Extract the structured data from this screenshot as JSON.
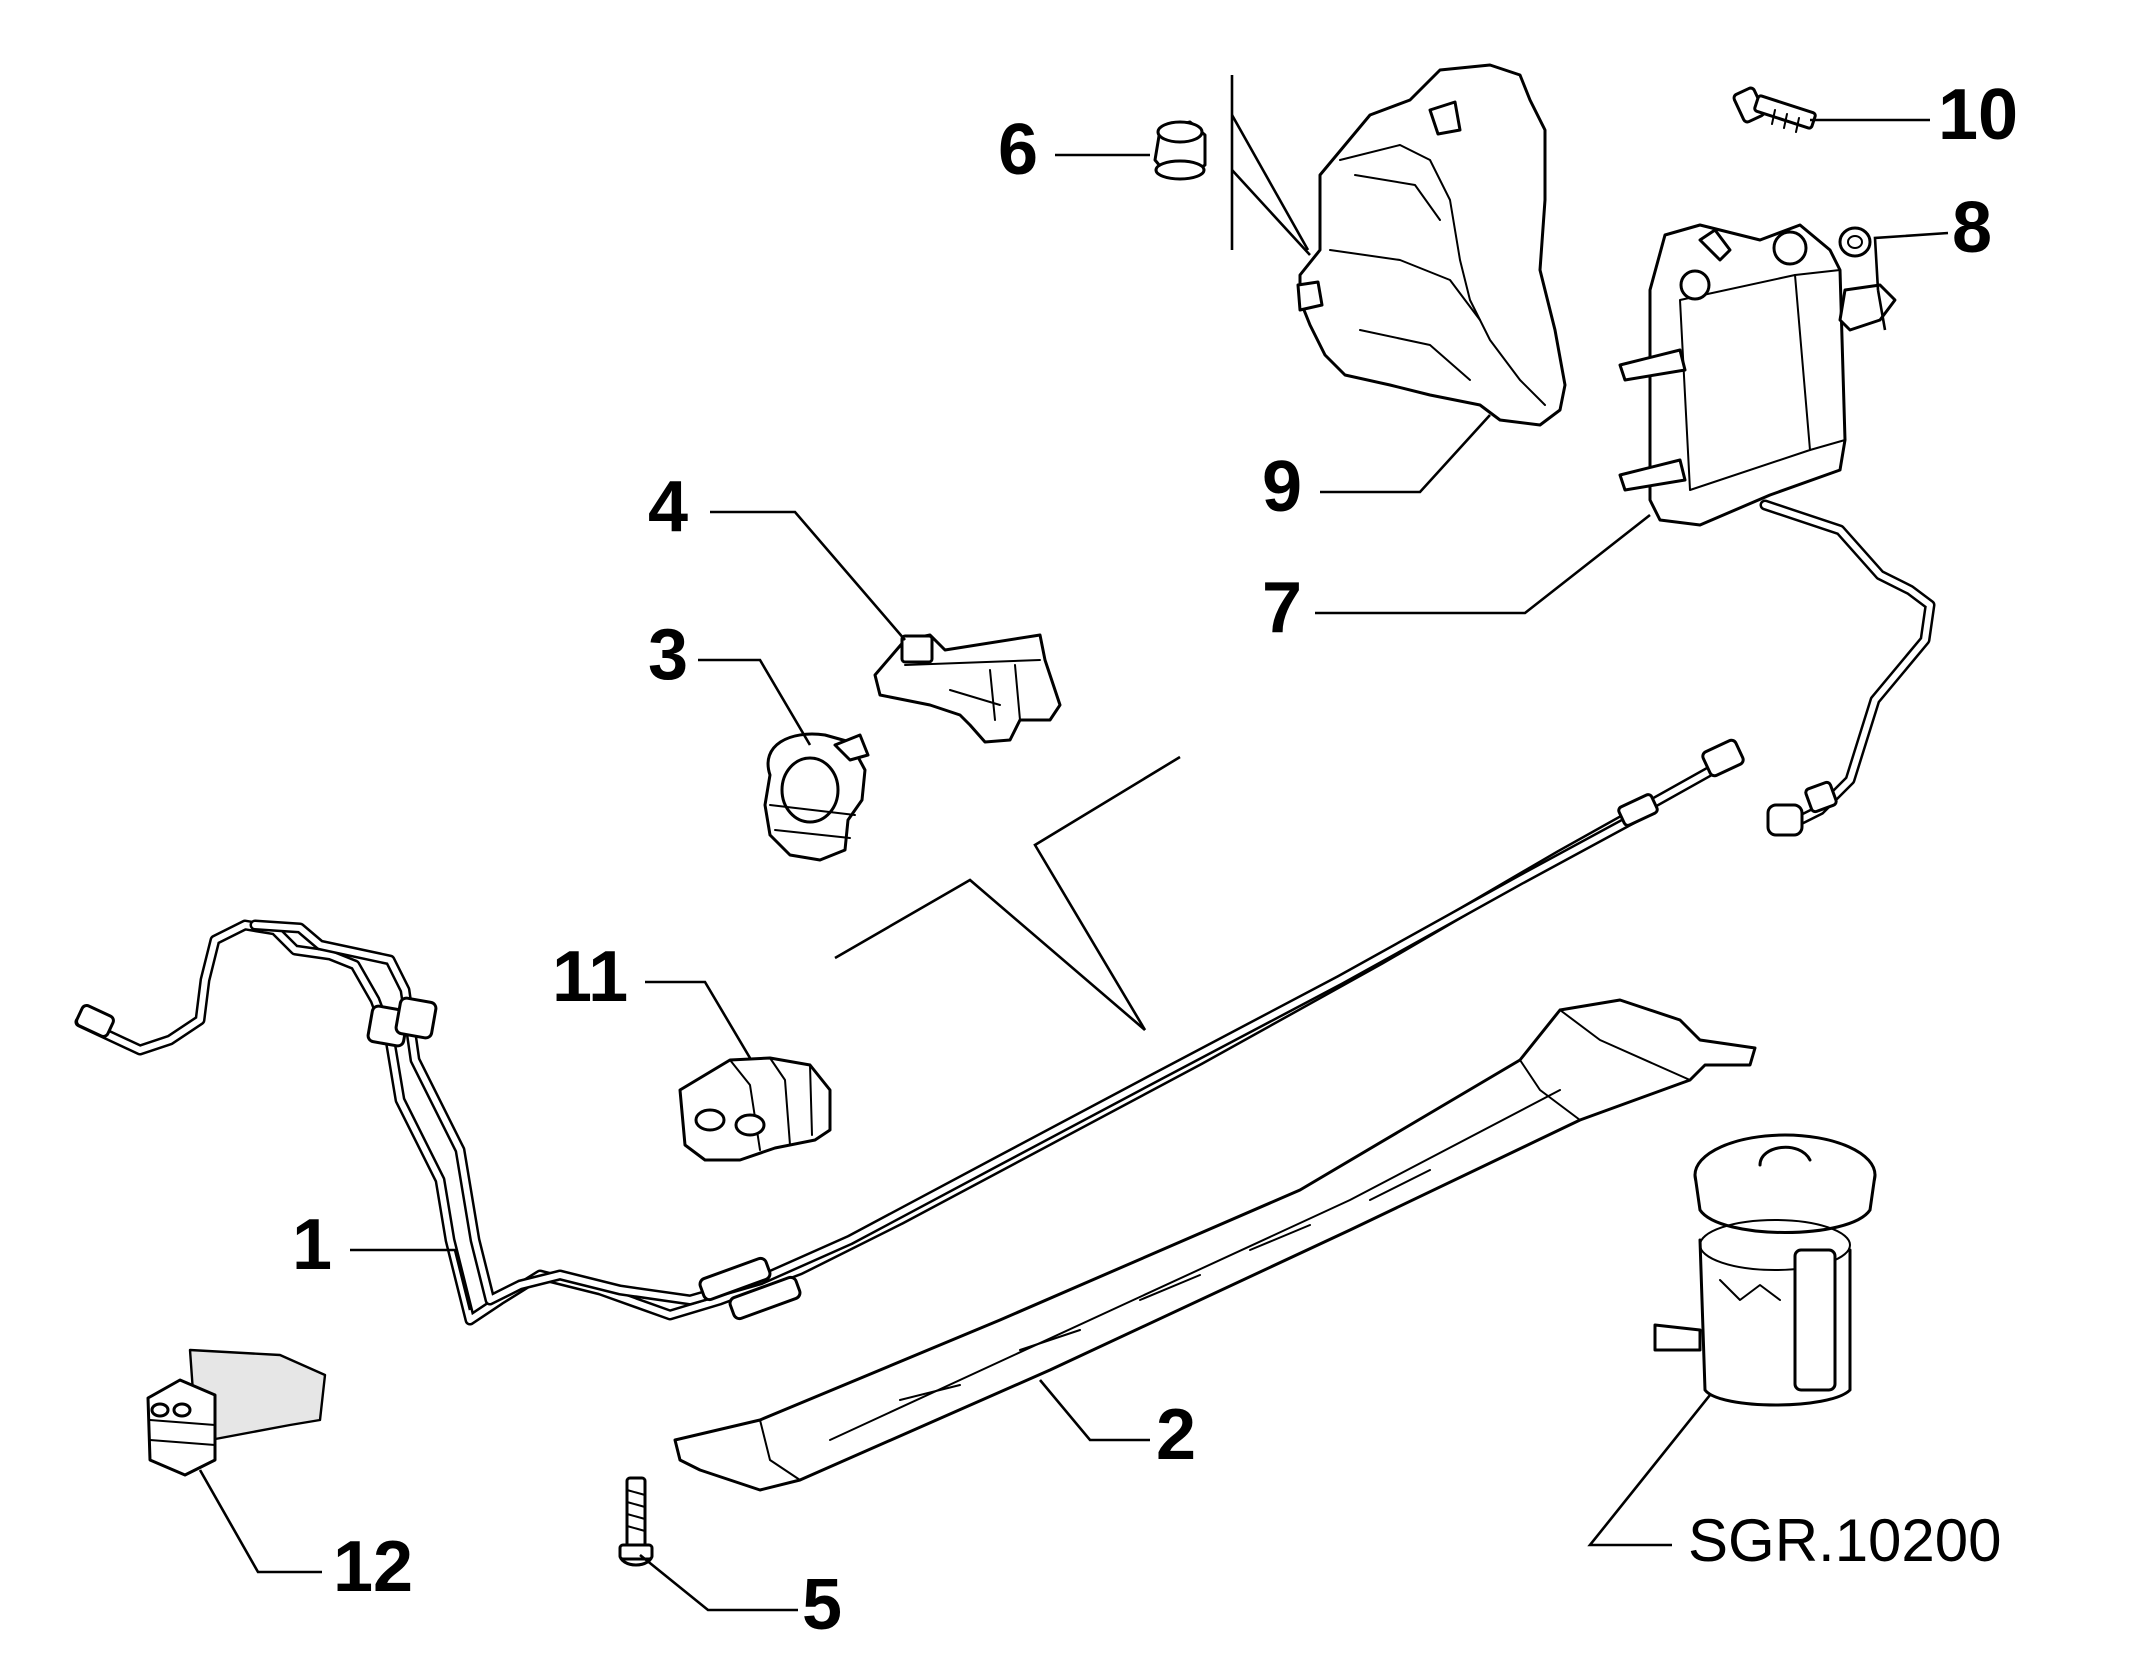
{
  "diagram": {
    "callouts": [
      {
        "id": "1",
        "label": "1"
      },
      {
        "id": "2",
        "label": "2"
      },
      {
        "id": "3",
        "label": "3"
      },
      {
        "id": "4",
        "label": "4"
      },
      {
        "id": "5",
        "label": "5"
      },
      {
        "id": "6",
        "label": "6"
      },
      {
        "id": "7",
        "label": "7"
      },
      {
        "id": "8",
        "label": "8"
      },
      {
        "id": "9",
        "label": "9"
      },
      {
        "id": "10",
        "label": "10"
      },
      {
        "id": "11",
        "label": "11"
      },
      {
        "id": "12",
        "label": "12"
      }
    ],
    "reference": {
      "label": "SGR.10200"
    }
  }
}
